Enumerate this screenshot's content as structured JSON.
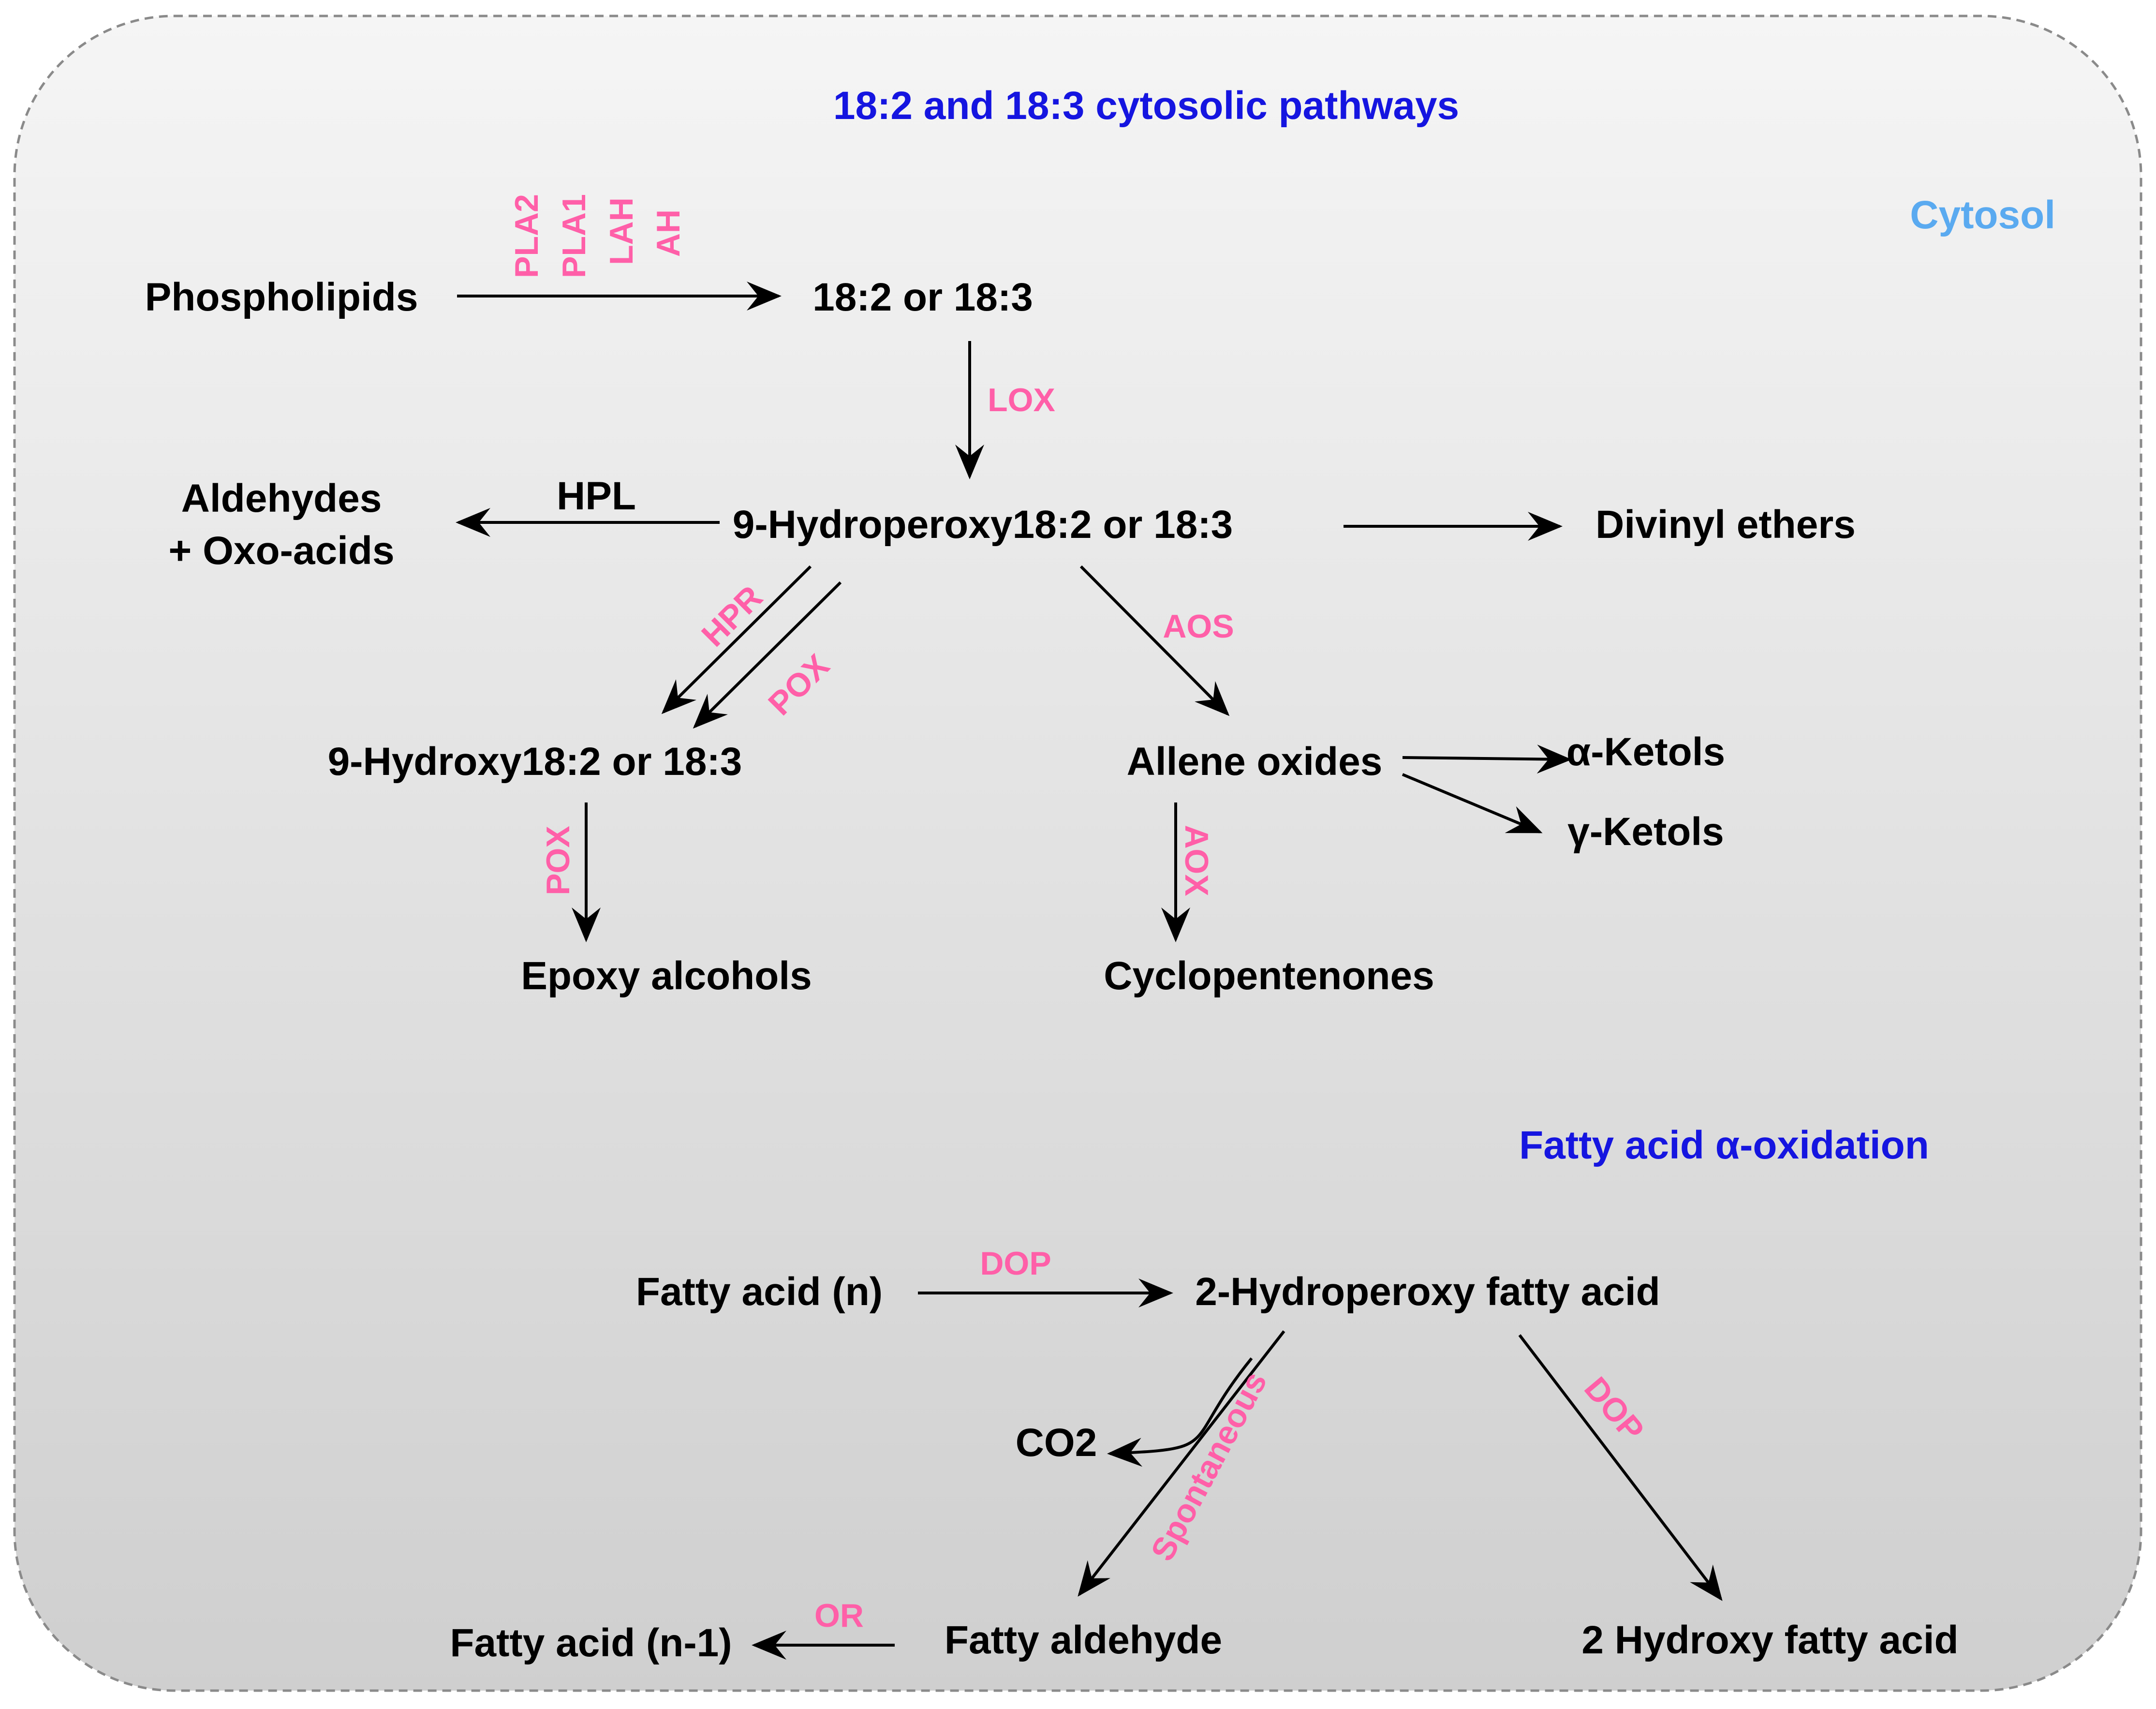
{
  "region_label": "Cytosol",
  "titles": {
    "cytosolic": "18:2 and 18:3 cytosolic pathways",
    "alpha_oxidation": "Fatty acid α-oxidation"
  },
  "compounds": {
    "phospholipids": "Phospholipids",
    "fa_18": "18:2 or 18:3",
    "hydroperoxy": "9-Hydroperoxy18:2 or 18:3",
    "aldehydes_1": "Aldehydes",
    "aldehydes_2": "+ Oxo-acids",
    "divinyl": "Divinyl ethers",
    "hydroxy": "9-Hydroxy18:2 or 18:3",
    "allene": "Allene oxides",
    "alpha_ketols": "α-Ketols",
    "gamma_ketols": "γ-Ketols",
    "epoxy": "Epoxy alcohols",
    "cyclopentenones": "Cyclopentenones",
    "fatty_acid_n": "Fatty acid (n)",
    "hydroperoxy_fa": "2-Hydroperoxy fatty acid",
    "co2": "CO2",
    "fatty_aldehyde": "Fatty aldehyde",
    "fatty_acid_n1": "Fatty acid (n-1)",
    "hydroxy_fa": "2 Hydroxy fatty acid"
  },
  "enzymes": {
    "pla2": "PLA2",
    "pla1": "PLA1",
    "lah": "LAH",
    "ah": "AH",
    "lox": "LOX",
    "hpl": "HPL",
    "hpr": "HPR",
    "pox_diag": "POX",
    "aos": "AOS",
    "pox_down": "POX",
    "aox": "AOX",
    "dop_top": "DOP",
    "spontaneous": "Spontaneous",
    "dop_diag": "DOP",
    "or": "OR"
  },
  "colors": {
    "compound": "#000000",
    "enzyme": "#ff5fa8",
    "section_title": "#1515e0",
    "region_label": "#5aaaf0",
    "panel_top": "#f5f5f5",
    "panel_bottom": "#cfcfcf",
    "panel_border": "#8a8a8a"
  }
}
